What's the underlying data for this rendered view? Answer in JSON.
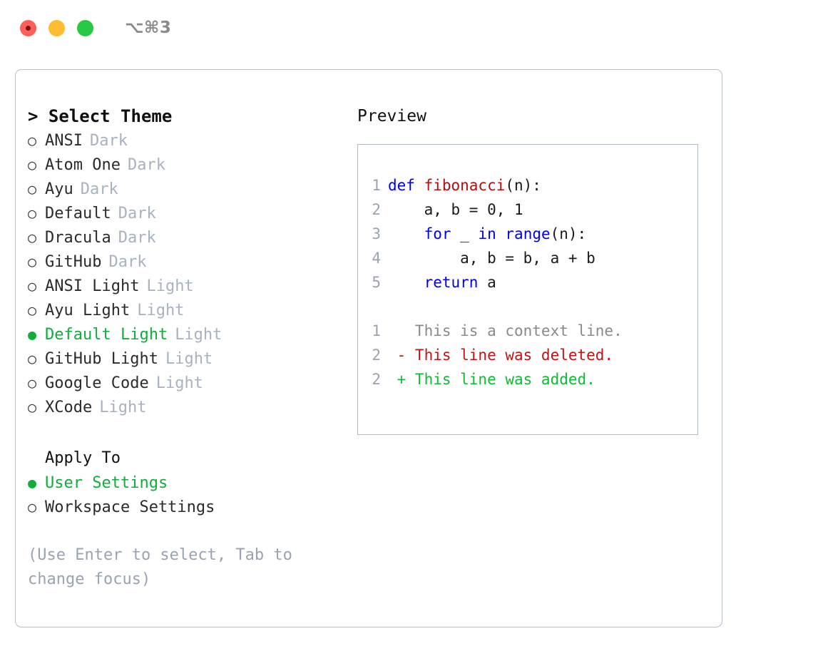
{
  "window": {
    "title": "⌥⌘3",
    "traffic_lights": [
      {
        "name": "close",
        "color": "#ff5f56"
      },
      {
        "name": "minimize",
        "color": "#ffbd2e"
      },
      {
        "name": "maximize",
        "color": "#28c840"
      }
    ]
  },
  "theme_picker": {
    "heading": "> Select Theme",
    "marker_unselected": "○",
    "marker_selected": "●",
    "items": [
      {
        "name": "ANSI",
        "category": "Dark",
        "selected": false
      },
      {
        "name": "Atom One",
        "category": "Dark",
        "selected": false
      },
      {
        "name": "Ayu",
        "category": "Dark",
        "selected": false
      },
      {
        "name": "Default",
        "category": "Dark",
        "selected": false
      },
      {
        "name": "Dracula",
        "category": "Dark",
        "selected": false
      },
      {
        "name": "GitHub",
        "category": "Dark",
        "selected": false
      },
      {
        "name": "ANSI Light",
        "category": "Light",
        "selected": false
      },
      {
        "name": "Ayu Light",
        "category": "Light",
        "selected": false
      },
      {
        "name": "Default Light",
        "category": "Light",
        "selected": true
      },
      {
        "name": "GitHub Light",
        "category": "Light",
        "selected": false
      },
      {
        "name": "Google Code",
        "category": "Light",
        "selected": false
      },
      {
        "name": "XCode",
        "category": "Light",
        "selected": false
      }
    ]
  },
  "apply_to": {
    "heading": "Apply To",
    "options": [
      {
        "label": "User Settings",
        "selected": true
      },
      {
        "label": "Workspace Settings",
        "selected": false
      }
    ]
  },
  "hint": "(Use Enter to select, Tab to change focus)",
  "preview": {
    "title": "Preview",
    "code_lines": [
      {
        "ln": "1",
        "tokens": [
          {
            "t": "def ",
            "c": "kw"
          },
          {
            "t": "fibonacci",
            "c": "fn"
          },
          {
            "t": "(n):",
            "c": "pl"
          }
        ]
      },
      {
        "ln": "2",
        "tokens": [
          {
            "t": "    a, b = 0, 1",
            "c": "pl"
          }
        ]
      },
      {
        "ln": "3",
        "tokens": [
          {
            "t": "    ",
            "c": "pl"
          },
          {
            "t": "for",
            "c": "kw"
          },
          {
            "t": " _ ",
            "c": "pl"
          },
          {
            "t": "in",
            "c": "kw"
          },
          {
            "t": " ",
            "c": "pl"
          },
          {
            "t": "range",
            "c": "kw"
          },
          {
            "t": "(n):",
            "c": "pl"
          }
        ]
      },
      {
        "ln": "4",
        "tokens": [
          {
            "t": "        a, b = b, a + b",
            "c": "pl"
          }
        ]
      },
      {
        "ln": "5",
        "tokens": [
          {
            "t": "    ",
            "c": "pl"
          },
          {
            "t": "return",
            "c": "kw"
          },
          {
            "t": " a",
            "c": "pl"
          }
        ]
      }
    ],
    "diff_lines": [
      {
        "ln": "1",
        "tokens": [
          {
            "t": "   This is a context line.",
            "c": "ctx"
          }
        ]
      },
      {
        "ln": "2",
        "tokens": [
          {
            "t": " - This line was deleted.",
            "c": "del"
          }
        ]
      },
      {
        "ln": "2",
        "tokens": [
          {
            "t": " + This line was added.",
            "c": "add"
          }
        ]
      }
    ]
  },
  "colors": {
    "accent_green": "#0fae3c",
    "muted": "#a8b2c0",
    "hint": "#9aa3b2",
    "border": "#b6bfcc",
    "keyword": "#0000ee",
    "function": "#b01010",
    "diff_added": "#0fbb33",
    "diff_deleted": "#c01414",
    "diff_context": "#8a8a8a"
  }
}
